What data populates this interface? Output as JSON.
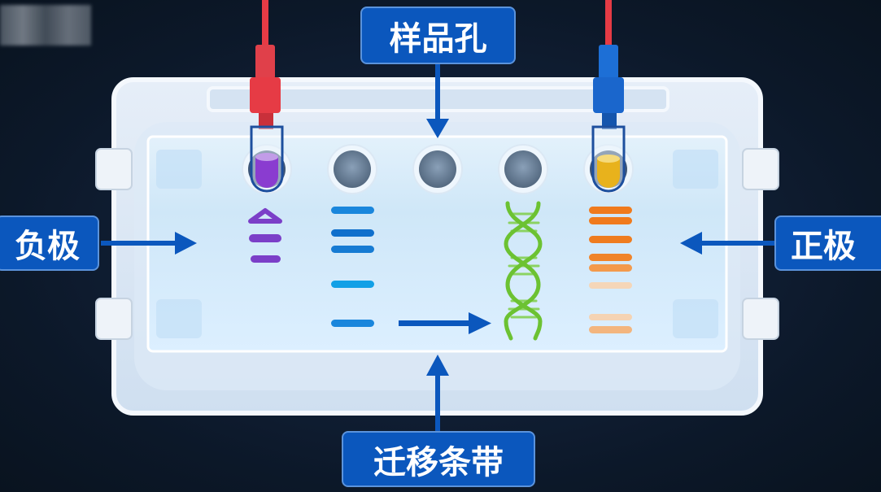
{
  "labels": {
    "sample_well": "样品孔",
    "negative": "负极",
    "positive": "正极",
    "bands": "迁移条带"
  },
  "colors": {
    "label_bg": "#0b57bd",
    "negative_lead": "#e63b45",
    "positive_lead": "#1d6fd6",
    "lane1": "#7b3fc8",
    "lane2": "#1a8ae0",
    "dna": "#6cc232",
    "lane5": "#f07a1c"
  },
  "icons": [
    "dna-helix-icon",
    "sample-tube-icon",
    "arrow-icon"
  ]
}
